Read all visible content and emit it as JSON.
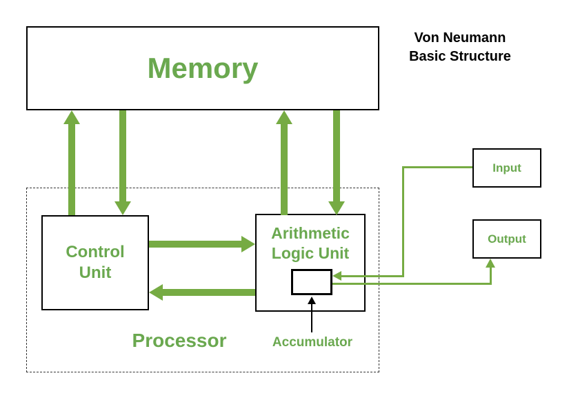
{
  "diagram": {
    "title": {
      "line1": "Von Neumann",
      "line2": "Basic Structure"
    },
    "nodes": {
      "memory": "Memory",
      "control_unit": "Control Unit",
      "alu": "Arithmetic Logic Unit",
      "processor_region": "Processor",
      "accumulator": "Accumulator",
      "input": "Input",
      "output": "Output"
    },
    "edges": [
      {
        "from": "control_unit",
        "to": "memory",
        "style": "thick-green"
      },
      {
        "from": "memory",
        "to": "control_unit",
        "style": "thick-green"
      },
      {
        "from": "alu",
        "to": "memory",
        "style": "thick-green"
      },
      {
        "from": "memory",
        "to": "alu",
        "style": "thick-green"
      },
      {
        "from": "control_unit",
        "to": "alu",
        "style": "thick-green"
      },
      {
        "from": "alu",
        "to": "control_unit",
        "style": "thick-green"
      },
      {
        "from": "input",
        "to": "accumulator",
        "style": "thin-green"
      },
      {
        "from": "accumulator",
        "to": "output",
        "style": "thin-green"
      },
      {
        "from": "accumulator-label",
        "to": "accumulator-box",
        "style": "thin-black"
      }
    ],
    "colors": {
      "text_green": "#6aa84f",
      "arrow_green": "#76ab43",
      "ink": "#000000"
    }
  }
}
